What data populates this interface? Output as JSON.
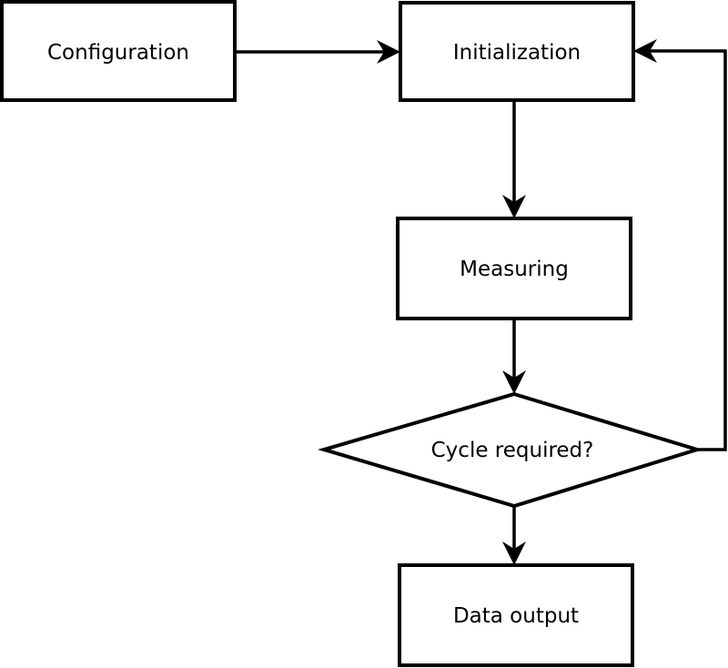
{
  "diagram": {
    "type": "flowchart",
    "background_color": "#ffffff",
    "stroke_color": "#000000",
    "text_color": "#000000",
    "nodes": {
      "configuration": {
        "label": "Configuration",
        "shape": "rectangle"
      },
      "initialization": {
        "label": "Initialization",
        "shape": "rectangle"
      },
      "measuring": {
        "label": "Measuring",
        "shape": "rectangle"
      },
      "cycle_required": {
        "label": "Cycle required?",
        "shape": "diamond"
      },
      "data_output": {
        "label": "Data output",
        "shape": "rectangle"
      }
    },
    "edges": [
      {
        "from": "Configuration",
        "to": "Initialization",
        "label": "",
        "route": "right"
      },
      {
        "from": "Initialization",
        "to": "Measuring",
        "label": "",
        "route": "down"
      },
      {
        "from": "Measuring",
        "to": "Cycle required?",
        "label": "",
        "route": "down"
      },
      {
        "from": "Cycle required?",
        "to": "Data output",
        "label": "",
        "route": "down"
      },
      {
        "from": "Cycle required?",
        "to": "Initialization",
        "label": "",
        "route": "right-then-up-loop"
      }
    ]
  }
}
